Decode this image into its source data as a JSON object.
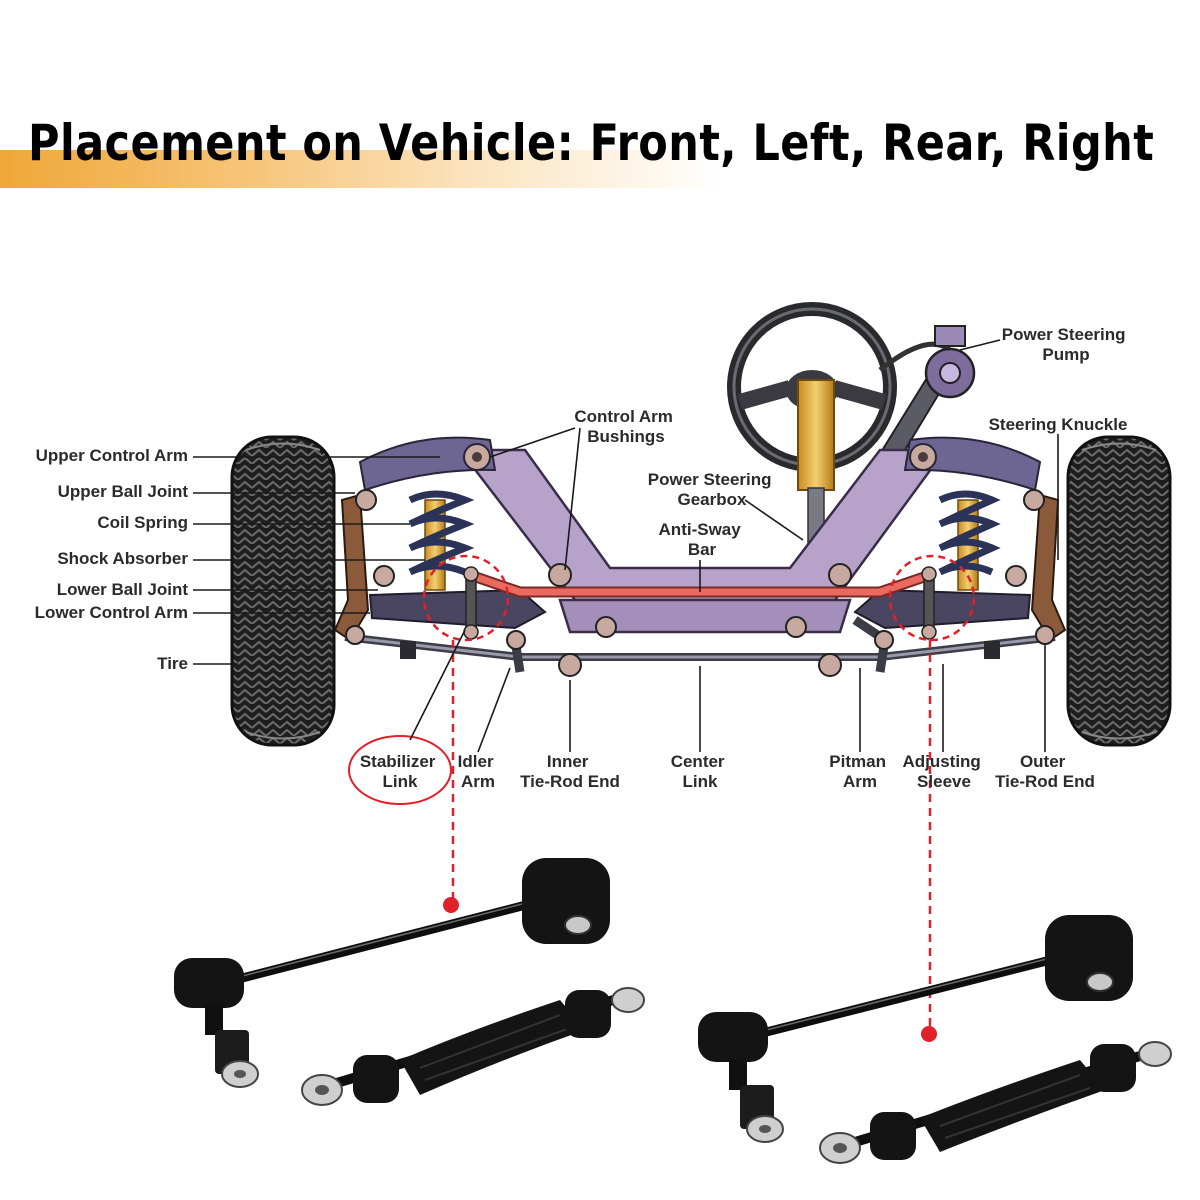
{
  "title": "Placement on Vehicle: Front, Left, Rear, Right",
  "labels": {
    "power_steering_pump_1": "Power Steering",
    "power_steering_pump_2": "Pump",
    "steering_knuckle": "Steering Knuckle",
    "control_arm_bushings_1": "Control Arm",
    "control_arm_bushings_2": "Bushings",
    "power_steering_gearbox_1": "Power Steering",
    "power_steering_gearbox_2": "Gearbox",
    "anti_sway_bar_1": "Anti-Sway",
    "anti_sway_bar_2": "Bar",
    "upper_control_arm": "Upper Control Arm",
    "upper_ball_joint": "Upper Ball Joint",
    "coil_spring": "Coil Spring",
    "shock_absorber": "Shock Absorber",
    "lower_ball_joint": "Lower Ball Joint",
    "lower_control_arm": "Lower Control Arm",
    "tire": "Tire",
    "stabilizer_link_1": "Stabilizer",
    "stabilizer_link_2": "Link",
    "idler_arm_1": "Idler",
    "idler_arm_2": "Arm",
    "inner_tie_rod_end_1": "Inner",
    "inner_tie_rod_end_2": "Tie-Rod End",
    "center_link_1": "Center",
    "center_link_2": "Link",
    "pitman_arm_1": "Pitman",
    "pitman_arm_2": "Arm",
    "adjusting_sleeve_1": "Adjusting",
    "adjusting_sleeve_2": "Sleeve",
    "outer_tie_rod_end_1": "Outer",
    "outer_tie_rod_end_2": "Tie-Rod End"
  },
  "colors": {
    "accent_orange": "#f0a738",
    "highlight_red": "#e0202a",
    "frame_purple": "#b7a3c9",
    "sway_bar": "#ea6a5f",
    "steel_dark": "#3c3c46",
    "bushing_black": "#141414"
  }
}
